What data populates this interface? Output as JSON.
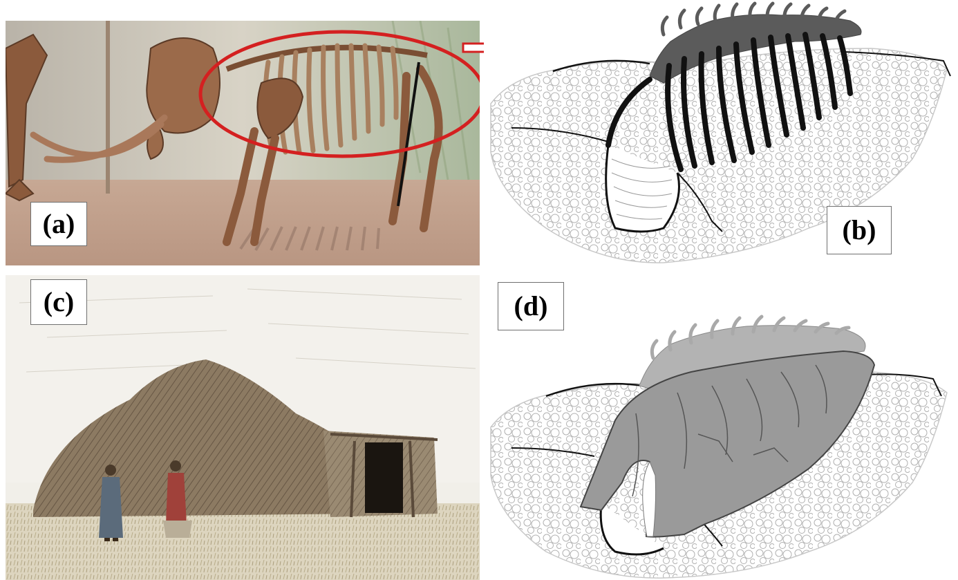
{
  "figure": {
    "panel_labels": {
      "a": "(a)",
      "b": "(b)",
      "c": "(c)",
      "d": "(d)"
    }
  },
  "colors": {
    "highlight_red": "#d42020",
    "bone_brown": "#8b5a3c",
    "rib_black": "#111111",
    "hide_gray": "#9a9a9a",
    "soil_gray": "#bdbdbd"
  },
  "icons": {
    "arrow": "right-arrow-icon"
  }
}
